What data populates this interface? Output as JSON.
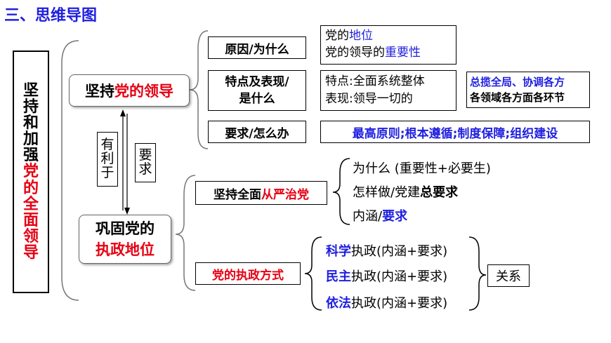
{
  "title": "三、思维导图",
  "root": {
    "chars_black": [
      "坚",
      "持",
      "和",
      "加",
      "强"
    ],
    "chars_red": [
      "党",
      "的",
      "全",
      "面",
      "领",
      "导"
    ]
  },
  "branch1": {
    "prefix": "坚持",
    "highlight": "党的领导",
    "items": [
      {
        "label": "原因/为什么",
        "detail_lines": [
          {
            "plain": "党的",
            "blue": "地位"
          },
          {
            "plain": "党的领导的",
            "blue": "重要性"
          }
        ]
      },
      {
        "label_line1": "特点及表现/",
        "label_line2": "是什么",
        "detail_line1": "特点:全面系统整体",
        "detail_line2": "表现:领导一切的",
        "extra_line1": "总揽全局、协调各方",
        "extra_line2": "各领域各方面各环节"
      },
      {
        "label": "要求/怎么办",
        "detail": "最高原则;根本遵循;制度保障;组织建设"
      }
    ]
  },
  "link": {
    "left_chars": [
      "有",
      "利",
      "于"
    ],
    "right_chars": [
      "要",
      "求"
    ]
  },
  "branch2": {
    "line1": "巩固党的",
    "line2": "执政地位",
    "items": [
      {
        "prefix": "坚持全面",
        "highlight": "从严治党",
        "subs": [
          {
            "plain": "为什么 (重要性+必要生)"
          },
          {
            "plain": "怎样做/党建",
            "bold": "总要求"
          },
          {
            "plain": "内涵/",
            "blue": "要求"
          }
        ]
      },
      {
        "label": "党的执政方式",
        "subs": [
          {
            "blue": "科学",
            "plain": "执政(内涵+要求)"
          },
          {
            "blue": "民主",
            "plain": "执政(内涵+要求)"
          },
          {
            "blue": "依法",
            "plain": "执政(内涵+要求)"
          }
        ],
        "relation": "关系"
      }
    ]
  },
  "colors": {
    "title_blue": "#1f1fe0",
    "red": "#e60012",
    "blue": "#1f1fe0"
  }
}
